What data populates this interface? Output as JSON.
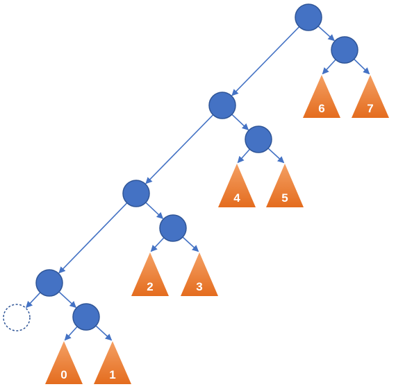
{
  "colors": {
    "node_fill": "#4472C4",
    "node_stroke": "#2F5597",
    "edge": "#4472C4",
    "leaf_top": "#F4A064",
    "leaf_bottom": "#E46C1E",
    "leaf_text": "#FFFFFF"
  },
  "nodes": [
    {
      "id": "n-root"
    },
    {
      "id": "n-right-1"
    },
    {
      "id": "n-left-1"
    },
    {
      "id": "n-right-2"
    },
    {
      "id": "n-left-2"
    },
    {
      "id": "n-right-3"
    },
    {
      "id": "n-left-3"
    },
    {
      "id": "n-right-4"
    },
    {
      "id": "n-empty",
      "empty": true
    }
  ],
  "leaves": [
    {
      "id": "leaf-6",
      "label": "6"
    },
    {
      "id": "leaf-7",
      "label": "7"
    },
    {
      "id": "leaf-4",
      "label": "4"
    },
    {
      "id": "leaf-5",
      "label": "5"
    },
    {
      "id": "leaf-2",
      "label": "2"
    },
    {
      "id": "leaf-3",
      "label": "3"
    },
    {
      "id": "leaf-0",
      "label": "0"
    },
    {
      "id": "leaf-1",
      "label": "1"
    }
  ],
  "edges": [
    {
      "from": "n-root",
      "to": "n-right-1"
    },
    {
      "from": "n-root",
      "to": "n-left-1"
    },
    {
      "from": "n-right-1",
      "to": "leaf-6"
    },
    {
      "from": "n-right-1",
      "to": "leaf-7"
    },
    {
      "from": "n-left-1",
      "to": "n-right-2"
    },
    {
      "from": "n-left-1",
      "to": "n-left-2"
    },
    {
      "from": "n-right-2",
      "to": "leaf-4"
    },
    {
      "from": "n-right-2",
      "to": "leaf-5"
    },
    {
      "from": "n-left-2",
      "to": "n-right-3"
    },
    {
      "from": "n-left-2",
      "to": "n-left-3"
    },
    {
      "from": "n-right-3",
      "to": "leaf-2"
    },
    {
      "from": "n-right-3",
      "to": "leaf-3"
    },
    {
      "from": "n-left-3",
      "to": "n-empty"
    },
    {
      "from": "n-left-3",
      "to": "n-right-4"
    },
    {
      "from": "n-right-4",
      "to": "leaf-0"
    },
    {
      "from": "n-right-4",
      "to": "leaf-1"
    }
  ]
}
